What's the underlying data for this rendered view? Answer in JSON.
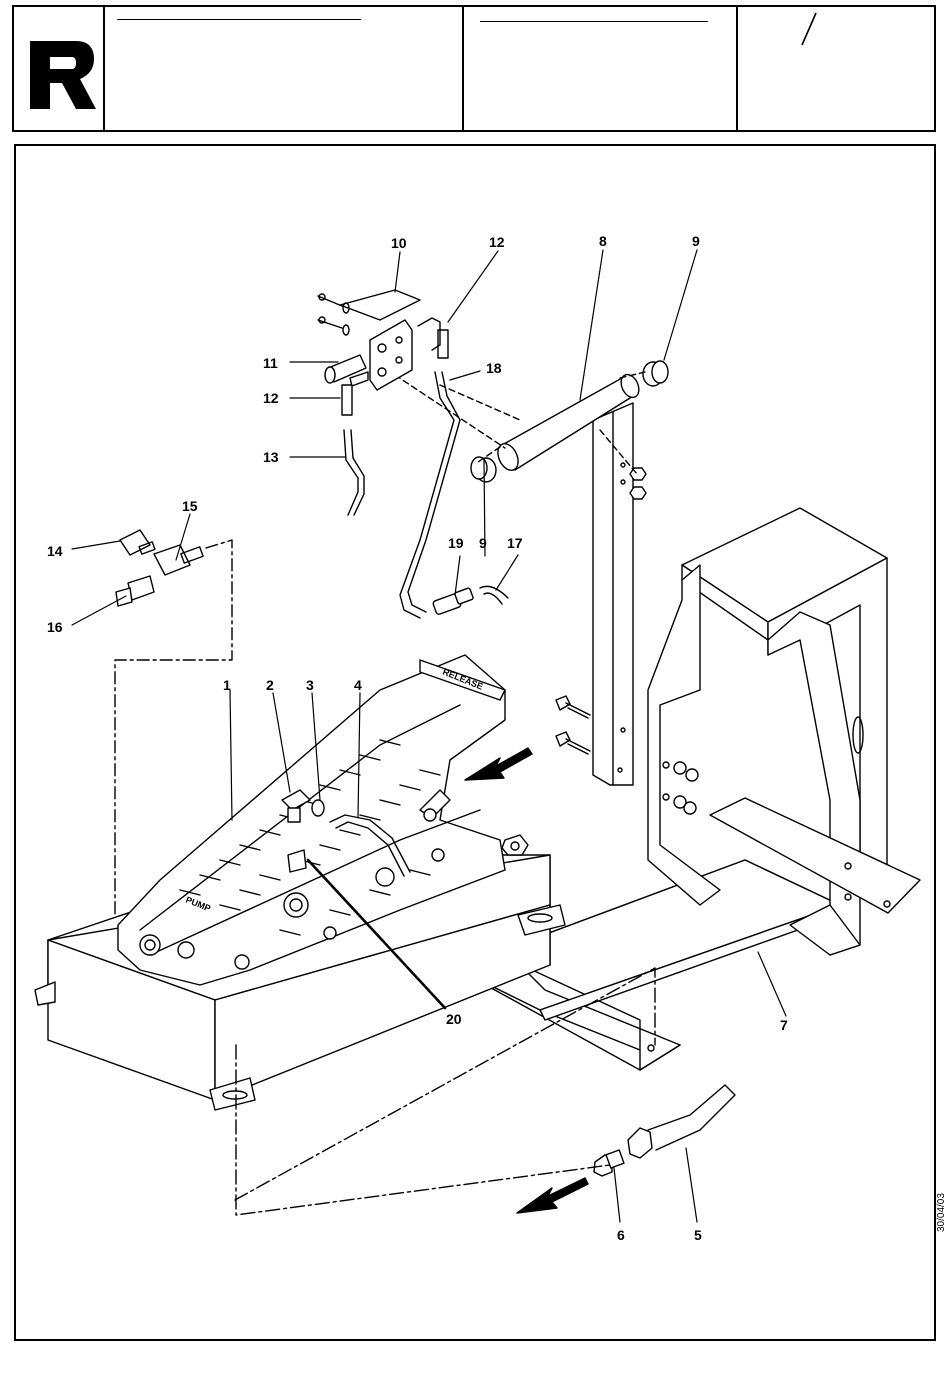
{
  "header": {
    "logo_letter": "R",
    "page_mark": "/"
  },
  "diagram": {
    "decal_release": "RELEASE",
    "decal_pump": "PUMP",
    "callouts": [
      "1",
      "2",
      "3",
      "4",
      "5",
      "6",
      "7",
      "8",
      "9",
      "9",
      "10",
      "11",
      "12",
      "12",
      "13",
      "14",
      "15",
      "16",
      "17",
      "18",
      "19",
      "20"
    ]
  },
  "side_date": "30/04/03"
}
